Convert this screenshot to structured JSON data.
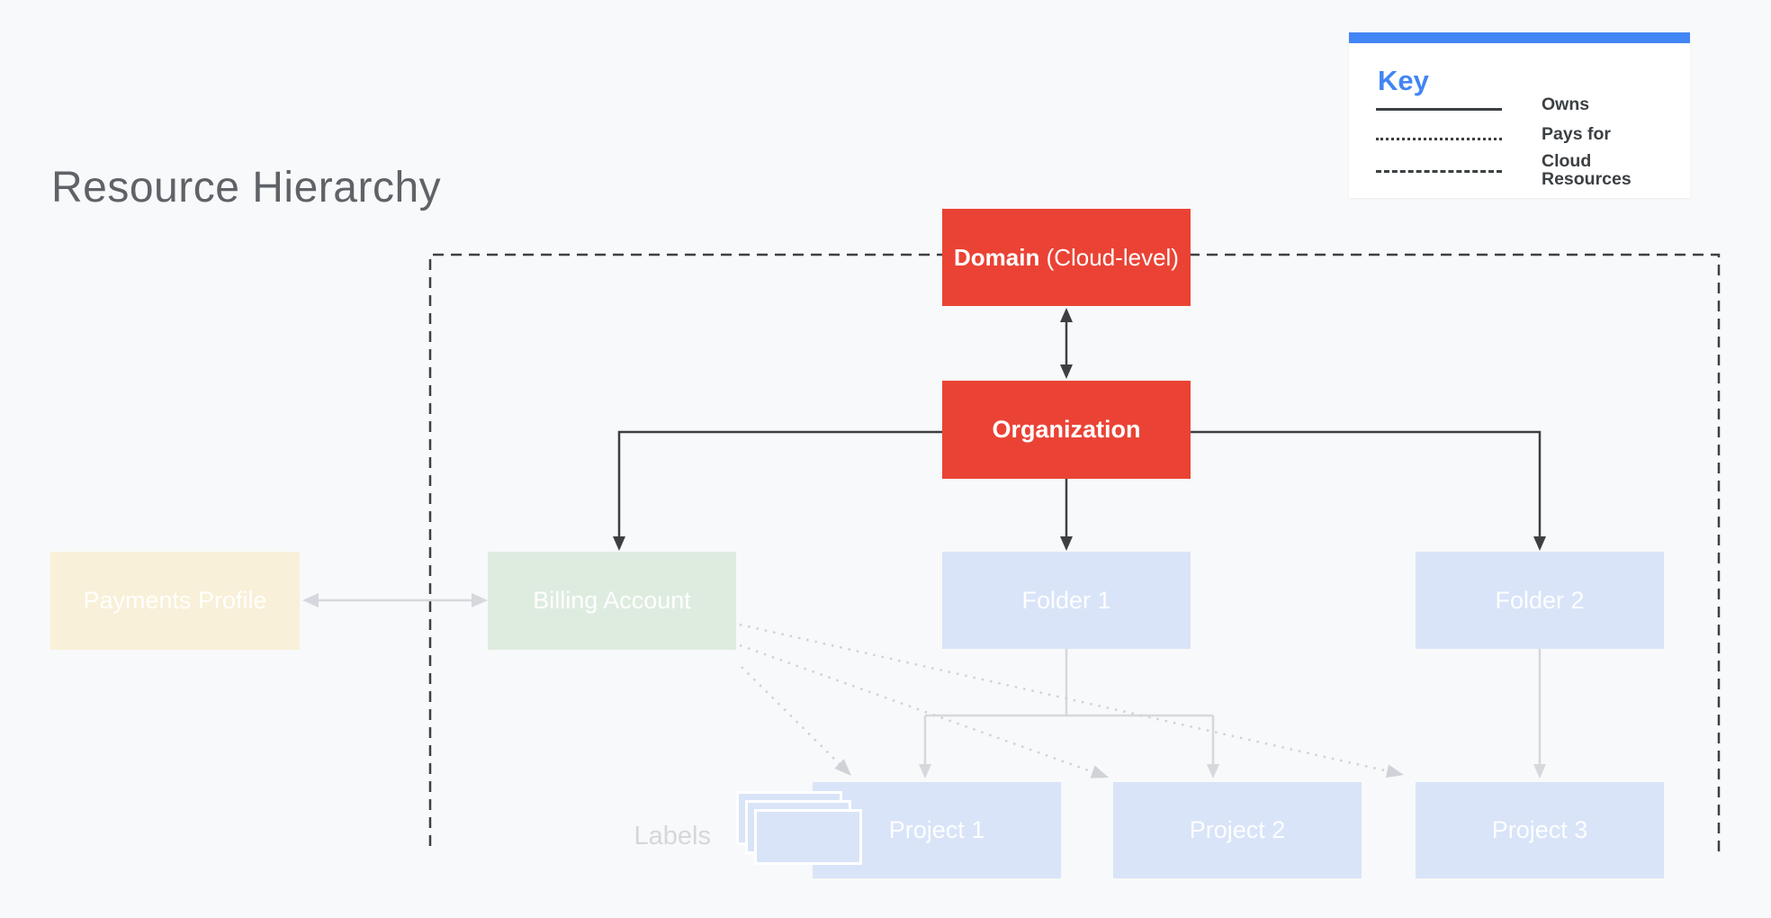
{
  "title": "Resource Hierarchy",
  "key": {
    "heading": "Key",
    "items": [
      {
        "style": "solid",
        "label": "Owns"
      },
      {
        "style": "dotted",
        "label": "Pays for"
      },
      {
        "style": "dashed",
        "label": "Cloud Resources"
      }
    ]
  },
  "nodes": {
    "domain_bold": "Domain",
    "domain_rest": " (Cloud-level)",
    "organization": "Organization",
    "payments_profile": "Payments Profile",
    "billing_account": "Billing Account",
    "folder1": "Folder 1",
    "folder2": "Folder 2",
    "project1": "Project 1",
    "project2": "Project 2",
    "project3": "Project 3",
    "labels_caption": "Labels"
  },
  "colors": {
    "background": "#F8F9FA",
    "red_node": "#EA4335",
    "blue_node": "#D9E4F8",
    "green_node": "#DEECE0",
    "cream_node": "#F8F0D8",
    "key_accent_blue": "#4285F4",
    "owns_line_dark": "#3C4043",
    "gray_line": "#D5D8DC",
    "dotted_line": "#CFD3D7",
    "title_gray": "#5F6368",
    "labels_caption_gray": "#D4D7DB"
  }
}
